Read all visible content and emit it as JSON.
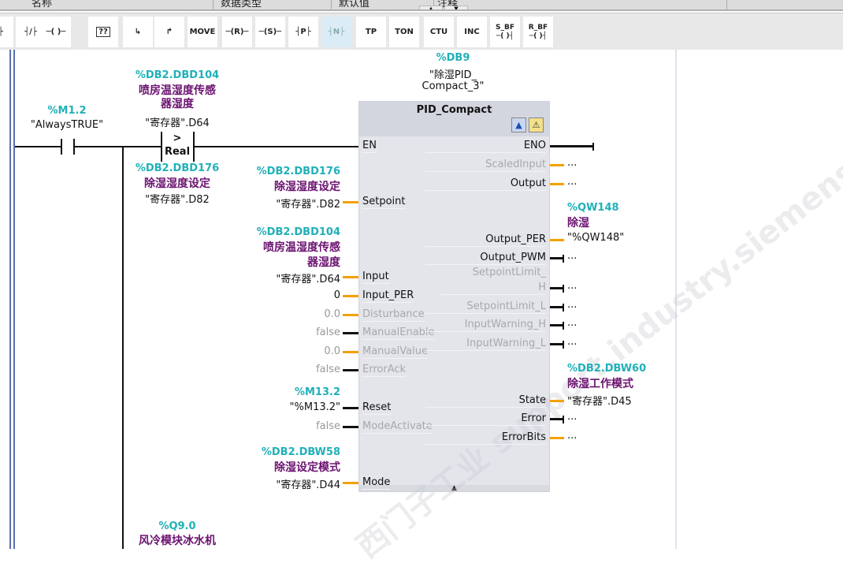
{
  "table_header": {
    "columns": [
      "名称",
      "数据类型",
      "默认值",
      "注释"
    ]
  },
  "toolbar": {
    "buttons": [
      {
        "name": "no-contact",
        "label": "┤├"
      },
      {
        "name": "nc-contact",
        "label": "┤/├"
      },
      {
        "name": "coil",
        "label": "─( )─"
      },
      {
        "name": "empty-box",
        "label": "??"
      },
      {
        "name": "open-branch",
        "label": "↳"
      },
      {
        "name": "close-branch",
        "label": "↱"
      },
      {
        "name": "move",
        "label": "MOVE"
      },
      {
        "name": "reset-coil",
        "label": "─(R)─"
      },
      {
        "name": "set-coil",
        "label": "─(S)─"
      },
      {
        "name": "p-contact",
        "label": "┤P├"
      },
      {
        "name": "n-contact",
        "label": "┤N├"
      },
      {
        "name": "tp",
        "label": "TP"
      },
      {
        "name": "ton",
        "label": "TON"
      },
      {
        "name": "ctu",
        "label": "CTU"
      },
      {
        "name": "inc",
        "label": "INC"
      },
      {
        "name": "s-bf",
        "label": "S_BF",
        "sub": "─( )┤"
      },
      {
        "name": "r-bf",
        "label": "R_BF",
        "sub": "─( )┤"
      }
    ]
  },
  "rung": {
    "contact": {
      "addr": "%M1.2",
      "sym": "\"AlwaysTRUE\""
    },
    "compare": {
      "op": ">",
      "type": "Real",
      "in1": {
        "addr": "%DB2.DBD104",
        "sym1": "喷房温湿度传感",
        "sym2": "器湿度",
        "val": "\"寄存器\".D64"
      },
      "in2": {
        "addr": "%DB2.DBD176",
        "sym": "除湿湿度设定",
        "val": "\"寄存器\".D82"
      }
    },
    "next": {
      "addr": "%Q9.0",
      "sym": "风冷模块冰水机"
    }
  },
  "block": {
    "instance_addr": "%DB9",
    "instance_name1": "\"除湿PID_",
    "instance_name2": "Compact_3\"",
    "type": "PID_Compact",
    "inputs": [
      {
        "pin": "EN"
      },
      {
        "pin": "Setpoint",
        "addr": "%DB2.DBD176",
        "sym": "除湿湿度设定",
        "val": "\"寄存器\".D82"
      },
      {
        "pin": "Input",
        "addr": "%DB2.DBD104",
        "sym": "喷房温湿度传感",
        "sym2": "器湿度",
        "val": "\"寄存器\".D64"
      },
      {
        "pin": "Input_PER",
        "val": "0"
      },
      {
        "pin": "Disturbance",
        "val": "0.0",
        "disabled": true
      },
      {
        "pin": "ManualEnable",
        "val": "false",
        "disabled": true
      },
      {
        "pin": "ManualValue",
        "val": "0.0",
        "disabled": true
      },
      {
        "pin": "ErrorAck",
        "val": "false",
        "disabled": true
      },
      {
        "pin": "Reset",
        "addr": "%M13.2",
        "val": "\"%M13.2\""
      },
      {
        "pin": "ModeActivate",
        "val": "false",
        "disabled": true
      },
      {
        "pin": "Mode",
        "addr": "%DB2.DBW58",
        "sym": "除湿设定模式",
        "val": "\"寄存器\".D44"
      }
    ],
    "outputs": [
      {
        "pin": "ENO"
      },
      {
        "pin": "ScaledInput",
        "val": "...",
        "disabled": true
      },
      {
        "pin": "Output",
        "val": "..."
      },
      {
        "pin": "Output_PER",
        "addr": "%QW148",
        "sym": "除湿",
        "val": "\"%QW148\""
      },
      {
        "pin": "Output_PWM",
        "val": "..."
      },
      {
        "pin": "SetpointLimit_",
        "pin2": "H",
        "val": "...",
        "disabled": true
      },
      {
        "pin": "SetpointLimit_L",
        "val": "...",
        "disabled": true
      },
      {
        "pin": "InputWarning_H",
        "val": "...",
        "disabled": true
      },
      {
        "pin": "InputWarning_L",
        "val": "...",
        "disabled": true
      },
      {
        "pin": "State",
        "addr": "%DB2.DBW60",
        "sym": "除湿工作模式",
        "val": "\"寄存器\".D45"
      },
      {
        "pin": "Error",
        "val": "..."
      },
      {
        "pin": "ErrorBits",
        "val": "..."
      }
    ]
  },
  "colors": {
    "address": "#20b0b8",
    "symbol": "#6b1270",
    "wire_data": "#f5a000",
    "rail": "#5a6fb0"
  }
}
